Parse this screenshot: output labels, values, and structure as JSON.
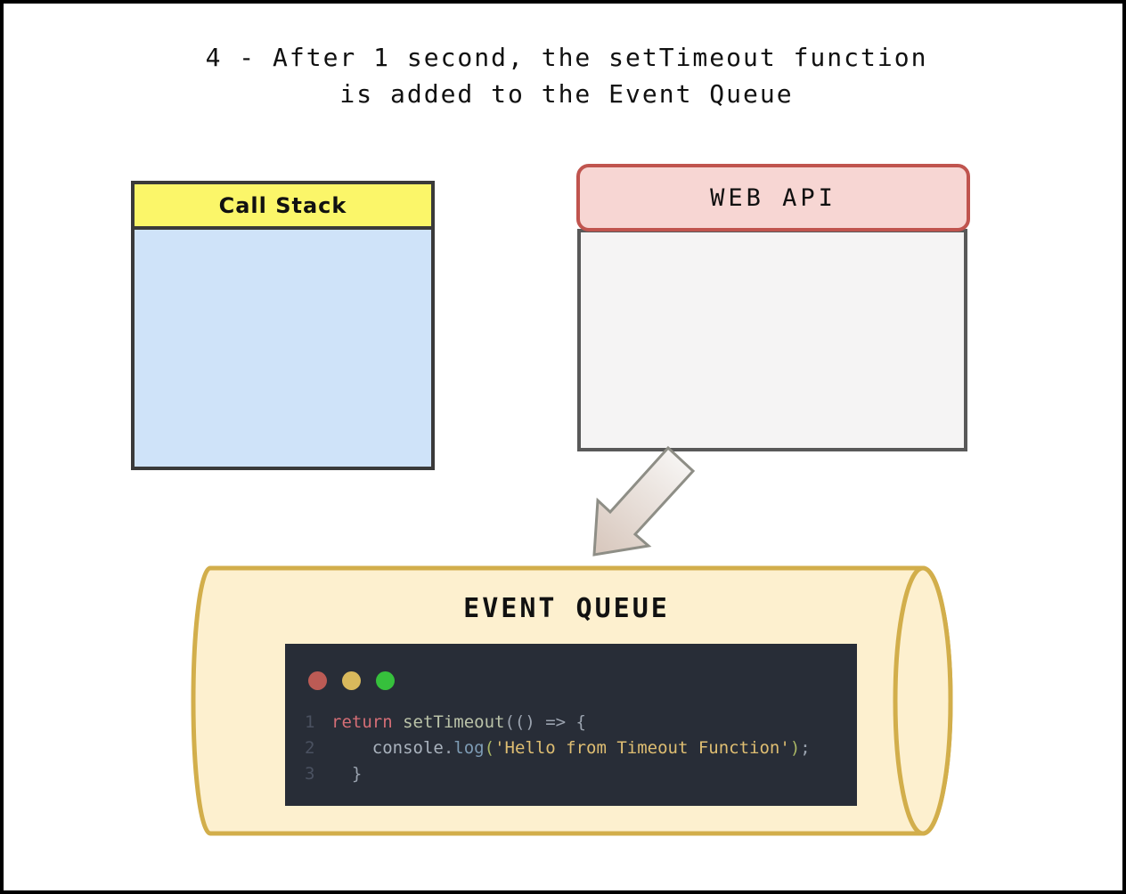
{
  "title": {
    "line1": "4 - After 1 second, the setTimeout function",
    "line2": "is added to the Event Queue"
  },
  "call_stack": {
    "label": "Call Stack"
  },
  "web_api": {
    "label": "WEB API"
  },
  "event_queue": {
    "label": "EVENT QUEUE",
    "editor": {
      "dots": [
        {
          "name": "close-dot-icon",
          "color": "#bc5b55"
        },
        {
          "name": "minimize-dot-icon",
          "color": "#d9b95c"
        },
        {
          "name": "maximize-dot-icon",
          "color": "#36c03c"
        }
      ],
      "lines": [
        {
          "num": "1",
          "tokens": [
            {
              "cls": "kw",
              "text": "return "
            },
            {
              "cls": "fn",
              "text": "setTimeout"
            },
            {
              "cls": "pun",
              "text": "(() => {"
            }
          ]
        },
        {
          "num": "2",
          "tokens": [
            {
              "cls": "var",
              "text": "    console"
            },
            {
              "cls": "pun",
              "text": "."
            },
            {
              "cls": "method",
              "text": "log"
            },
            {
              "cls": "paren",
              "text": "("
            },
            {
              "cls": "str",
              "text": "'Hello from Timeout Function'"
            },
            {
              "cls": "paren",
              "text": ")"
            },
            {
              "cls": "pun",
              "text": ";"
            }
          ]
        },
        {
          "num": "3",
          "tokens": [
            {
              "cls": "pun",
              "text": "  }"
            }
          ]
        }
      ]
    }
  },
  "colors": {
    "box_border_dark": "#3a3a3a",
    "call_stack_header": "#fbf669",
    "call_stack_body": "#cfe3f9",
    "web_api_header": "#f7d6d3",
    "web_api_border": "#c0544e",
    "web_api_body": "#f5f4f4",
    "web_api_body_border": "#595959",
    "cylinder_fill": "#fdf0cf",
    "cylinder_stroke": "#d2ae4b",
    "editor_bg": "#282d37",
    "line_number": "#4a5160",
    "code_keyword": "#d56e76",
    "code_function": "#bac2a8",
    "code_punctuation": "#9ba3af",
    "code_variable": "#a9b2bd",
    "code_method": "#7e9cb5",
    "code_paren": "#a9b665",
    "code_string": "#dfbe72",
    "arrow_start": "#f6f4f2",
    "arrow_end": "#d9c9bf",
    "arrow_stroke": "#8e8e86"
  }
}
